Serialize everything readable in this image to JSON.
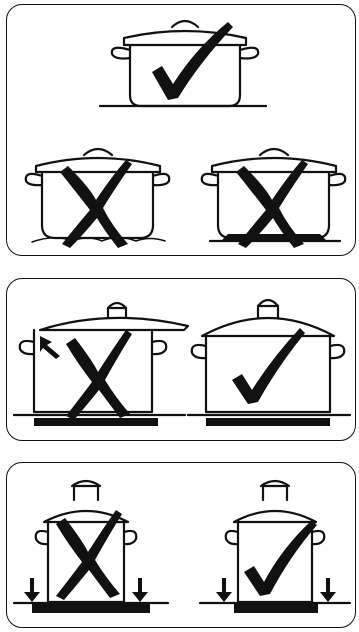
{
  "panels": [
    {
      "id": "pot-base-size",
      "items": [
        {
          "verdict": "correct",
          "symbol": "check-mark-icon"
        },
        {
          "verdict": "incorrect",
          "symbol": "cross-mark-icon"
        },
        {
          "verdict": "incorrect",
          "symbol": "cross-mark-icon"
        }
      ]
    },
    {
      "id": "pot-lid-fit",
      "items": [
        {
          "verdict": "incorrect",
          "symbol": "cross-mark-icon"
        },
        {
          "verdict": "correct",
          "symbol": "check-mark-icon"
        }
      ]
    },
    {
      "id": "pot-on-zone",
      "items": [
        {
          "verdict": "incorrect",
          "symbol": "cross-mark-icon"
        },
        {
          "verdict": "correct",
          "symbol": "check-mark-icon"
        }
      ]
    }
  ],
  "colors": {
    "ink": "#111111",
    "paper": "#ffffff"
  }
}
